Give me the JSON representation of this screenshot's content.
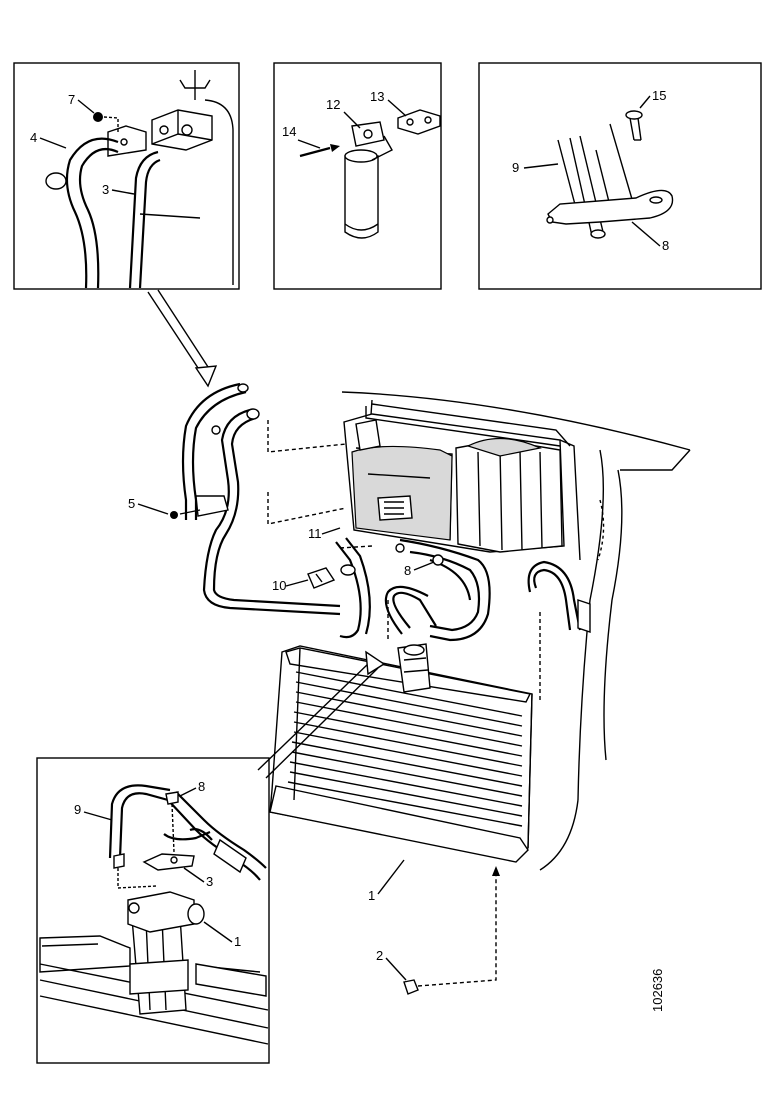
{
  "drawing": {
    "reference_number": "102636",
    "callouts": {
      "inset_left": {
        "c7": "7",
        "c4": "4",
        "c3": "3"
      },
      "inset_middle": {
        "c12": "12",
        "c13": "13",
        "c14": "14"
      },
      "inset_right": {
        "c15": "15",
        "c9": "9",
        "c8": "8"
      },
      "main": {
        "c5": "5",
        "c11": "11",
        "c8": "8",
        "c10": "10",
        "c1": "1",
        "c2": "2"
      },
      "inset_bottom": {
        "c9": "9",
        "c8": "8",
        "c3": "3",
        "c1": "1"
      }
    }
  }
}
